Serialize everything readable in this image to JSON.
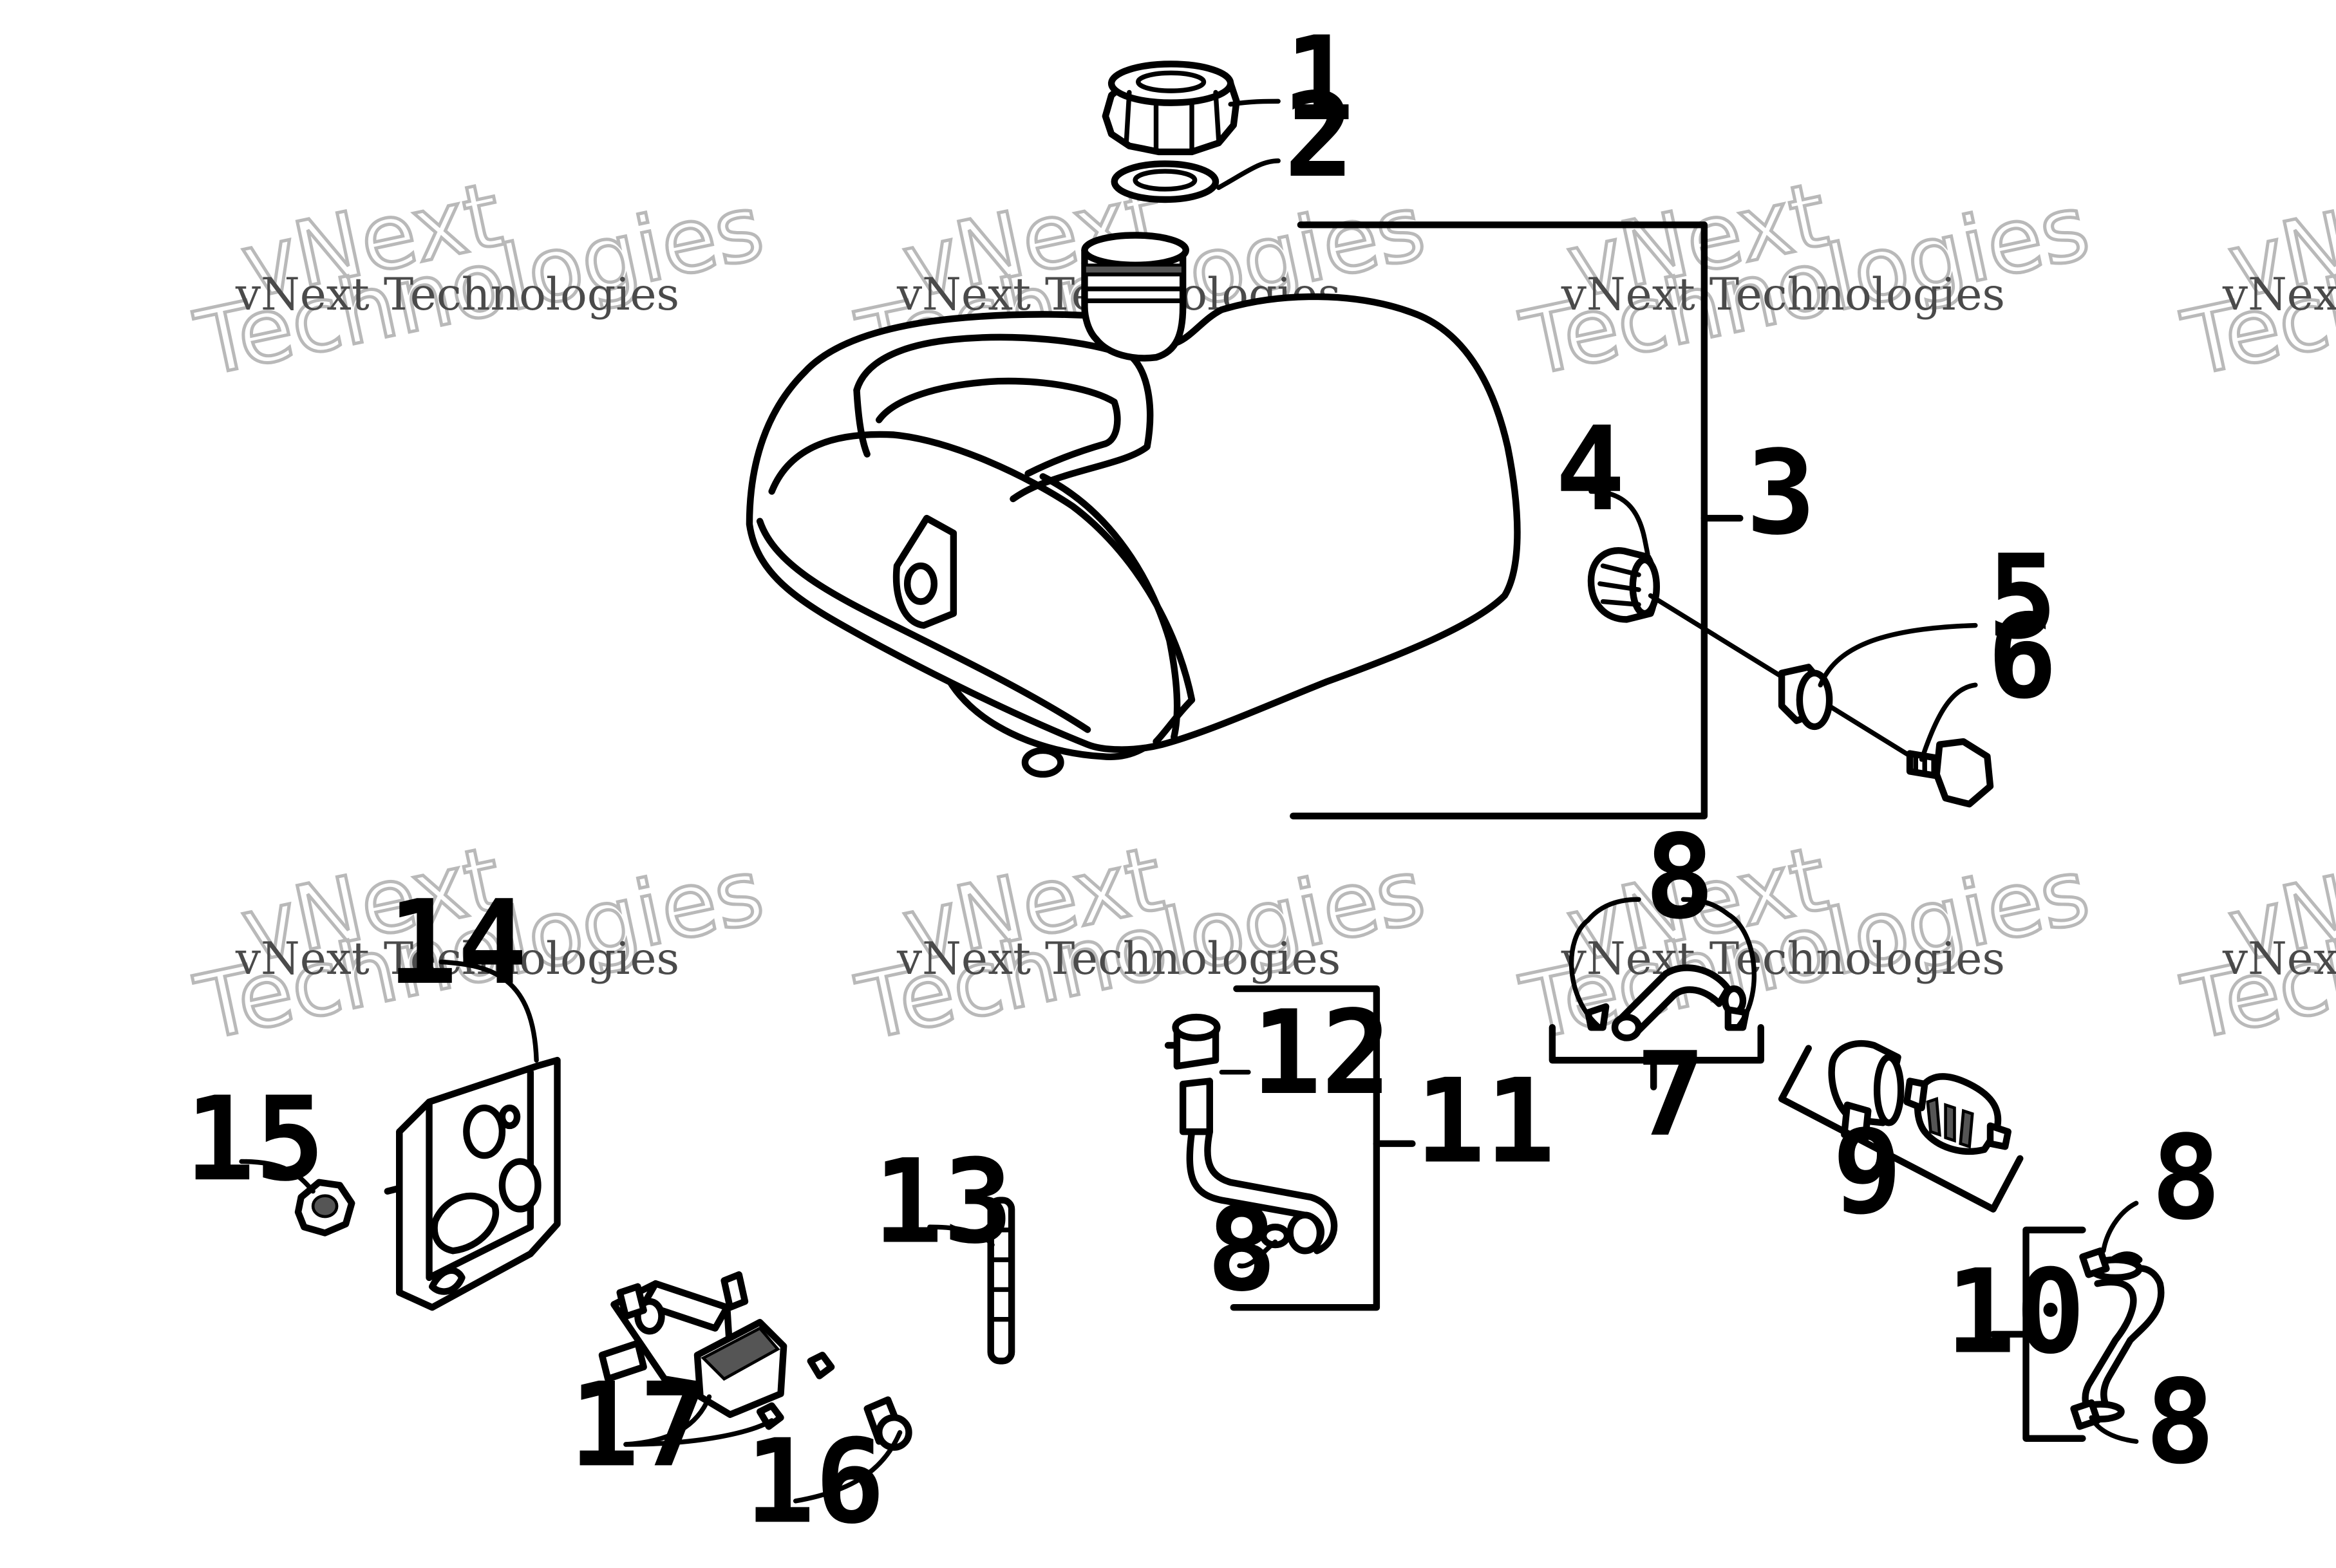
{
  "watermark": {
    "line1": "vNext Technologies",
    "line2": "vNext",
    "line3": "Technologies"
  },
  "callouts": {
    "c1": "1",
    "c2": "2",
    "c3": "3",
    "c4": "4",
    "c5": "5",
    "c6": "6",
    "c7": "7",
    "c8a": "8",
    "c8b": "8",
    "c8c": "8",
    "c8d": "8",
    "c9": "9",
    "c10": "10",
    "c11": "11",
    "c12": "12",
    "c13": "13",
    "c14": "14",
    "c15": "15",
    "c16": "16",
    "c17": "17"
  }
}
